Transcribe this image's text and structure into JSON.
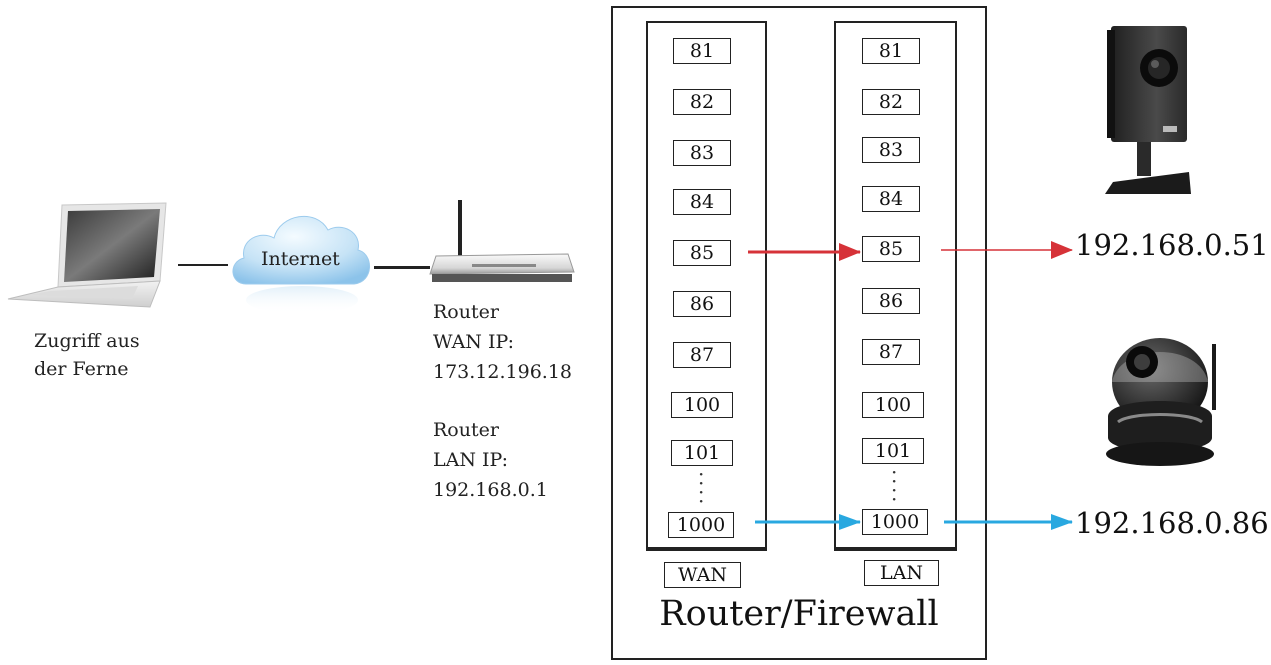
{
  "laptop": {
    "label_line1": "Zugriff aus",
    "label_line2": "der Ferne"
  },
  "cloud": {
    "label": "Internet"
  },
  "router": {
    "wan_line1": "Router",
    "wan_line2": "WAN IP:",
    "wan_line3": "173.12.196.18",
    "lan_line1": "Router",
    "lan_line2": "LAN IP:",
    "lan_line3": "192.168.0.1"
  },
  "firewall": {
    "title": "Router/Firewall",
    "wan_label": "WAN",
    "lan_label": "LAN",
    "wan_ports": [
      "81",
      "82",
      "83",
      "84",
      "85",
      "86",
      "87",
      "100",
      "101",
      "1000"
    ],
    "lan_ports": [
      "81",
      "82",
      "83",
      "84",
      "85",
      "86",
      "87",
      "100",
      "101",
      "1000"
    ]
  },
  "cameras": [
    {
      "ip": "192.168.0.51",
      "arrow_color": "#d63238"
    },
    {
      "ip": "192.168.0.86",
      "arrow_color": "#29a8e0"
    }
  ],
  "colors": {
    "red_arrow": "#d63238",
    "blue_arrow": "#29a8e0",
    "cloud": "#a9d3f0"
  }
}
